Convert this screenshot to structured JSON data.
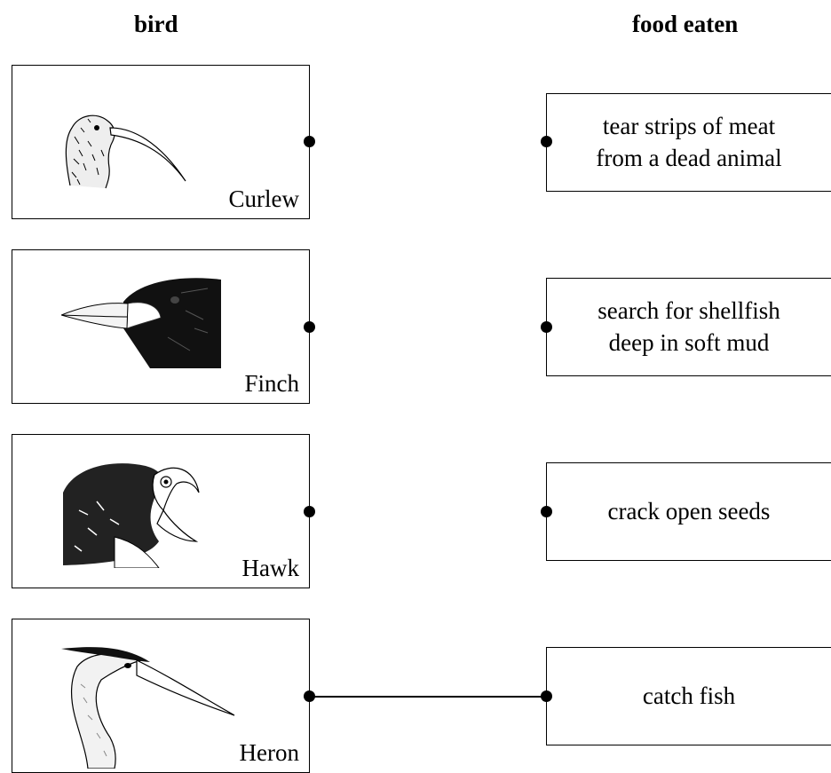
{
  "headers": {
    "bird": "bird",
    "food": "food eaten"
  },
  "birds": [
    {
      "name": "Curlew",
      "icon": "curlew-head-icon"
    },
    {
      "name": "Finch",
      "icon": "finch-head-icon"
    },
    {
      "name": "Hawk",
      "icon": "hawk-head-icon"
    },
    {
      "name": "Heron",
      "icon": "heron-head-icon"
    }
  ],
  "foods": [
    {
      "text": "tear strips of meat\nfrom a dead animal"
    },
    {
      "text": "search for shellfish\ndeep in soft mud"
    },
    {
      "text": "crack open seeds"
    },
    {
      "text": "catch fish"
    }
  ],
  "connections": [
    {
      "bird": "Heron",
      "food": "catch fish"
    }
  ]
}
